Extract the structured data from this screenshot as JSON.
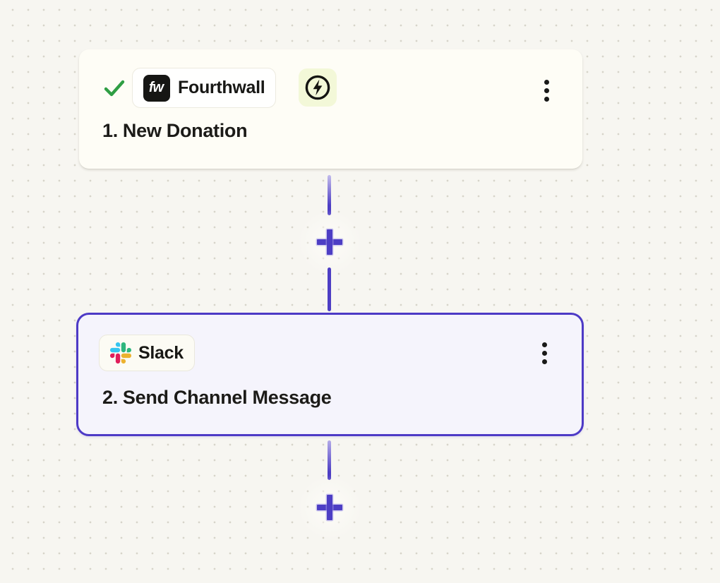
{
  "canvas": {
    "background_color": "#F7F6F1",
    "dot_color": "#D7D4CA"
  },
  "colors": {
    "accent_purple": "#4D3EC4",
    "selected_border": "#4D3AC6",
    "selected_card_bg": "#F5F4FC",
    "card_bg": "#FEFDF6",
    "success_green": "#2F9E44",
    "instant_chip_bg": "#F3F8D8",
    "text_dark": "#1C1B18",
    "slack_blue": "#36C5F0",
    "slack_green": "#2EB67D",
    "slack_red": "#E01E5A",
    "slack_yellow": "#ECB22E"
  },
  "steps": [
    {
      "index_label": "1.",
      "title": "New Donation",
      "app": {
        "name": "Fourthwall",
        "logo_text": "fw"
      },
      "status": "completed",
      "selected": false,
      "icons": [
        "check-icon",
        "lightning-instant-icon",
        "kebab-menu-icon"
      ]
    },
    {
      "index_label": "2.",
      "title": "Send Channel Message",
      "app": {
        "name": "Slack"
      },
      "status": "selected",
      "selected": true,
      "icons": [
        "slack-logo-icon",
        "kebab-menu-icon"
      ]
    }
  ],
  "connectors": [
    {
      "between": "step-1-and-step-2",
      "action": "add-step",
      "icon": "plus-icon"
    },
    {
      "between": "after-step-2",
      "action": "add-step",
      "icon": "plus-icon"
    }
  ]
}
